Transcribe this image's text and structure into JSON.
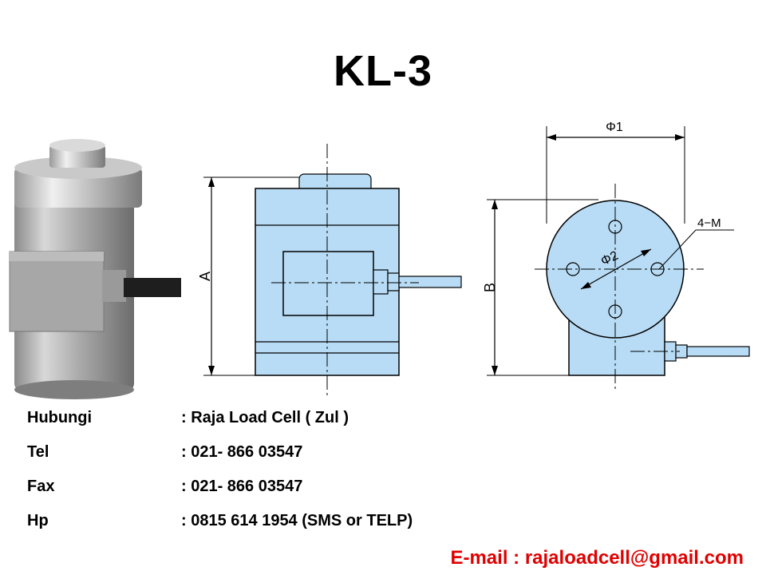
{
  "title": "KL-3",
  "drawing": {
    "front_dim_label": "A",
    "side_dim_label": "B",
    "diameter_label": "Φ1",
    "inner_diameter_label": "Φ2",
    "holes_label": "4−M"
  },
  "contact": [
    {
      "label": "Hubungi",
      "value": ": Raja Load Cell ( Zul )"
    },
    {
      "label": "Tel",
      "value": ": 021- 866 03547"
    },
    {
      "label": "Fax",
      "value": ": 021- 866 03547"
    },
    {
      "label": "Hp",
      "value": ": 0815 614 1954 (SMS or TELP)"
    }
  ],
  "email": "E-mail : rajaloadcell@gmail.com",
  "colors": {
    "drawing_fill": "#b8dcf5",
    "email": "#e00000"
  }
}
